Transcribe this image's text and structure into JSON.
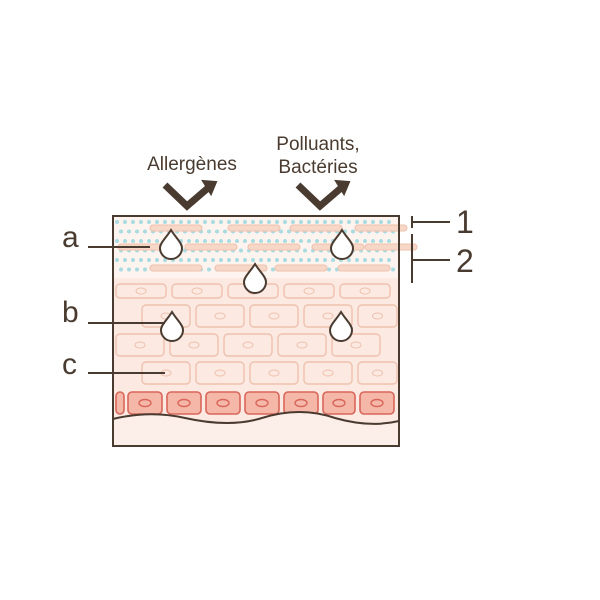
{
  "arrows": {
    "left_label": "Allergènes",
    "right_label_line1": "Polluants,",
    "right_label_line2": "Bactéries"
  },
  "callouts": {
    "a": "a",
    "b": "b",
    "c": "c"
  },
  "brackets": {
    "one": "1",
    "two": "2"
  },
  "colors": {
    "outline": "#4a3b30",
    "label": "#4a3b30",
    "skin_light": "#fbe9e2",
    "cell_fill": "#f7d7c8",
    "cell_stroke": "#efc1ad",
    "basal_fill": "#f4b7a8",
    "basal_stroke": "#d9665a",
    "dots": "#a9dbe0",
    "droplet_fill": "#ffffff",
    "droplet_stroke": "#4a3b30"
  },
  "icons": {
    "arrow": "curved-arrow-icon",
    "droplet": "droplet-icon"
  }
}
